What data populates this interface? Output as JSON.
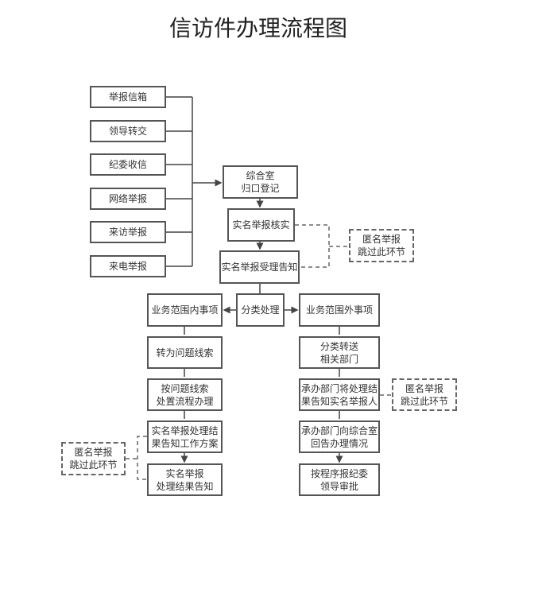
{
  "title": "信访件办理流程图",
  "sources": [
    "举报信箱",
    "领导转交",
    "纪委收信",
    "网络举报",
    "来访举报",
    "来电举报"
  ],
  "main": {
    "register": "综合室\n归口登记",
    "verify": "实名举报核实",
    "accept": "实名举报受理告知",
    "classify": "分类处理"
  },
  "left": {
    "head": "业务范围内事项",
    "steps": [
      "转为问题线索",
      "按问题线索\n处置流程办理",
      "实名举报处理结\n果告知工作方案",
      "实名举报\n处理结果告知"
    ]
  },
  "right": {
    "head": "业务范围外事项",
    "steps": [
      "分类转送\n相关部门",
      "承办部门将处理结\n果告知实名举报人",
      "承办部门向综合室\n回告办理情况",
      "按程序报纪委\n领导审批"
    ]
  },
  "notes": {
    "anon1": "匿名举报\n跳过此环节",
    "anon2": "匿名举报\n跳过此环节",
    "anon3": "匿名举报\n跳过此环节"
  }
}
